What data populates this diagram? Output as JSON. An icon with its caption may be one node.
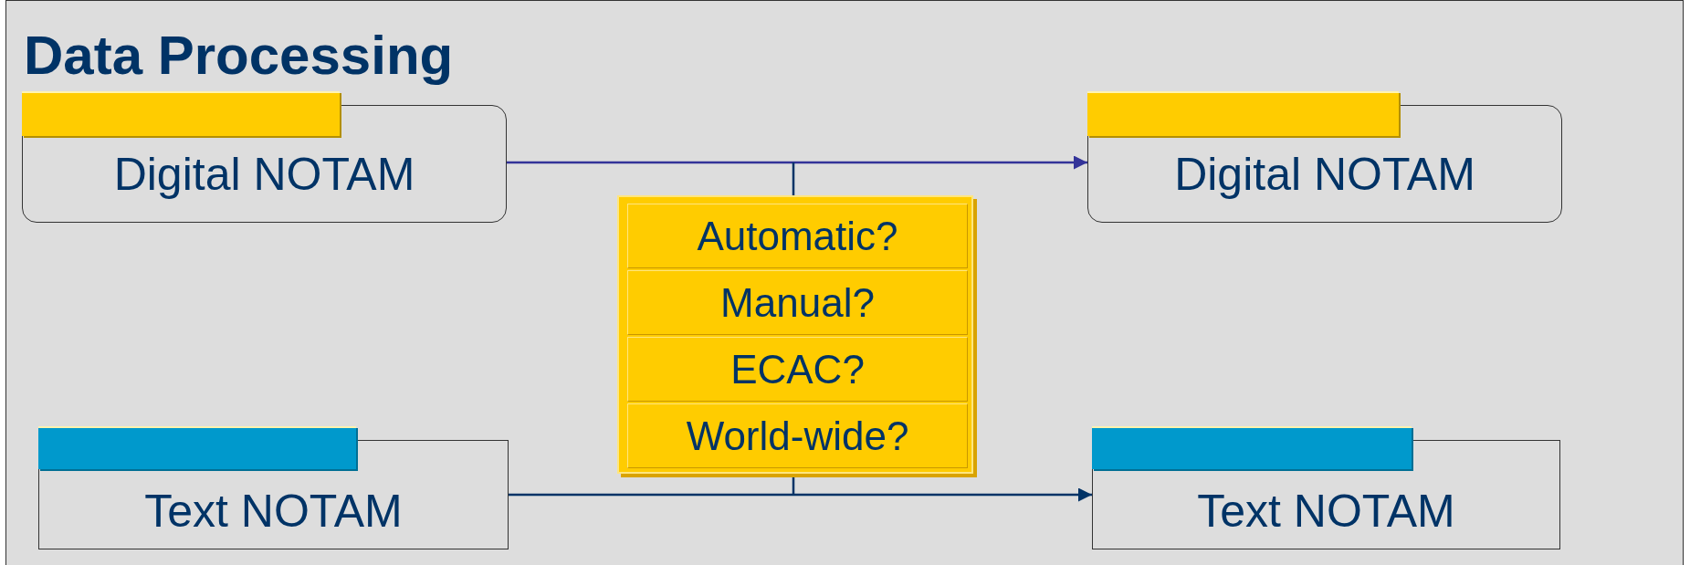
{
  "diagram": {
    "title": "Data Processing",
    "nodes": [
      {
        "text": [
          "Digital NOTAM"
        ]
      },
      {
        "text": [
          "Digital NOTAM"
        ]
      },
      {
        "text": [],
        "shape": "box"
      },
      {
        "text": [
          "Automatic?"
        ],
        "in": 2
      },
      {
        "text": [
          "Manual?"
        ],
        "in": 2
      },
      {
        "text": [
          "ECAC?"
        ],
        "in": 2
      },
      {
        "text": [
          "World-wide?"
        ],
        "in": 2
      },
      {
        "text": [
          "Text NOTAM"
        ]
      },
      {
        "text": [
          "Text NOTAM"
        ]
      }
    ],
    "edges": [
      {
        "from": 0,
        "to": 1,
        "arrow": "to",
        "color": "#333399"
      },
      {
        "from": 2,
        "to": null,
        "arrow": "none"
      },
      {
        "from": 7,
        "to": 8,
        "arrow": "to"
      },
      {
        "from": 2,
        "to": null,
        "arrow": "none"
      }
    ]
  }
}
